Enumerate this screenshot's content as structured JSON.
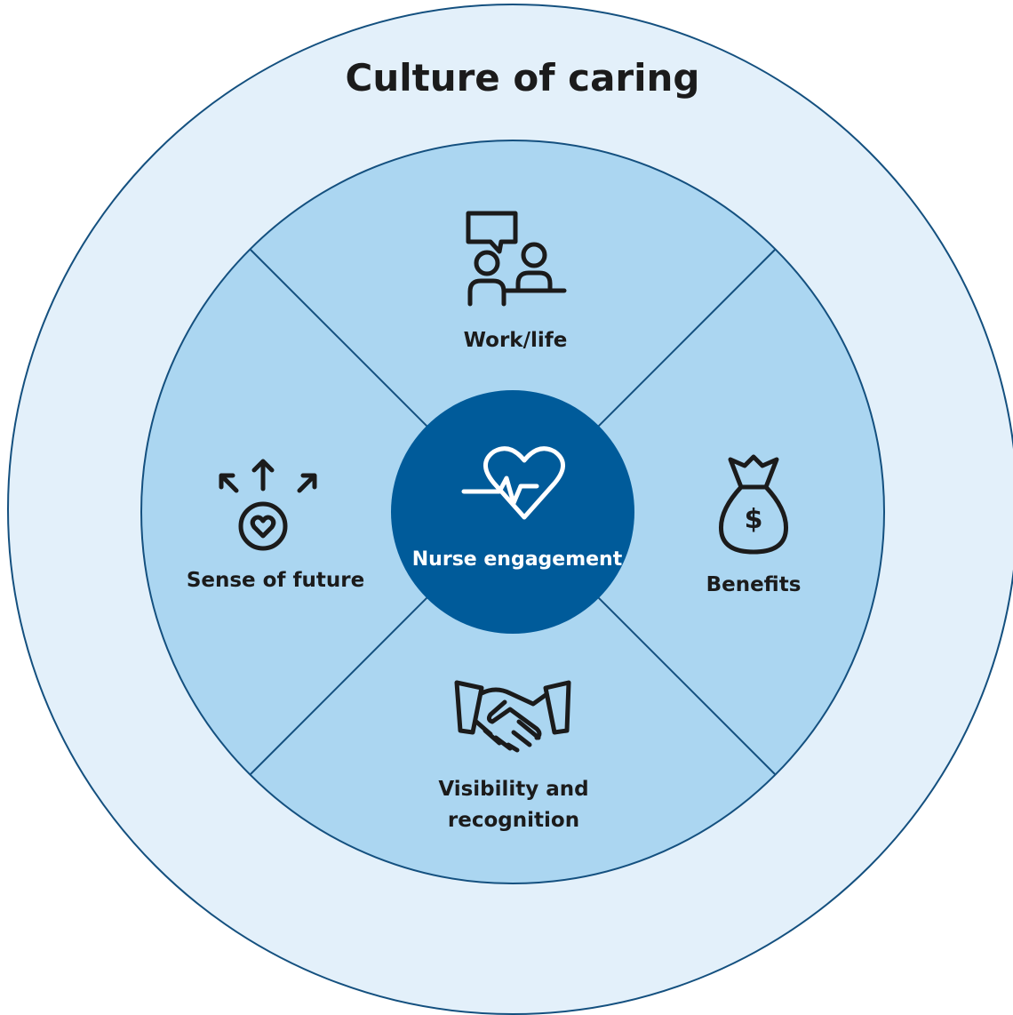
{
  "title": "Culture of caring",
  "center": {
    "label": "Nurse engagement",
    "icon": "heartbeat-icon"
  },
  "segments": [
    {
      "key": "top",
      "label": "Work/life",
      "icon": "people-chat-icon"
    },
    {
      "key": "right",
      "label": "Benefits",
      "icon": "money-bag-icon"
    },
    {
      "key": "bottom",
      "label_line1": "Visibility and",
      "label_line2": "recognition",
      "icon": "handshake-icon"
    },
    {
      "key": "left",
      "label": "Sense of future",
      "icon": "heart-arrows-icon"
    }
  ],
  "colors": {
    "outer_ring": "#e3f0fa",
    "inner_circle": "#abd6f1",
    "center": "#005b9a",
    "lines": "#14507f",
    "text": "#1b1b1b"
  }
}
